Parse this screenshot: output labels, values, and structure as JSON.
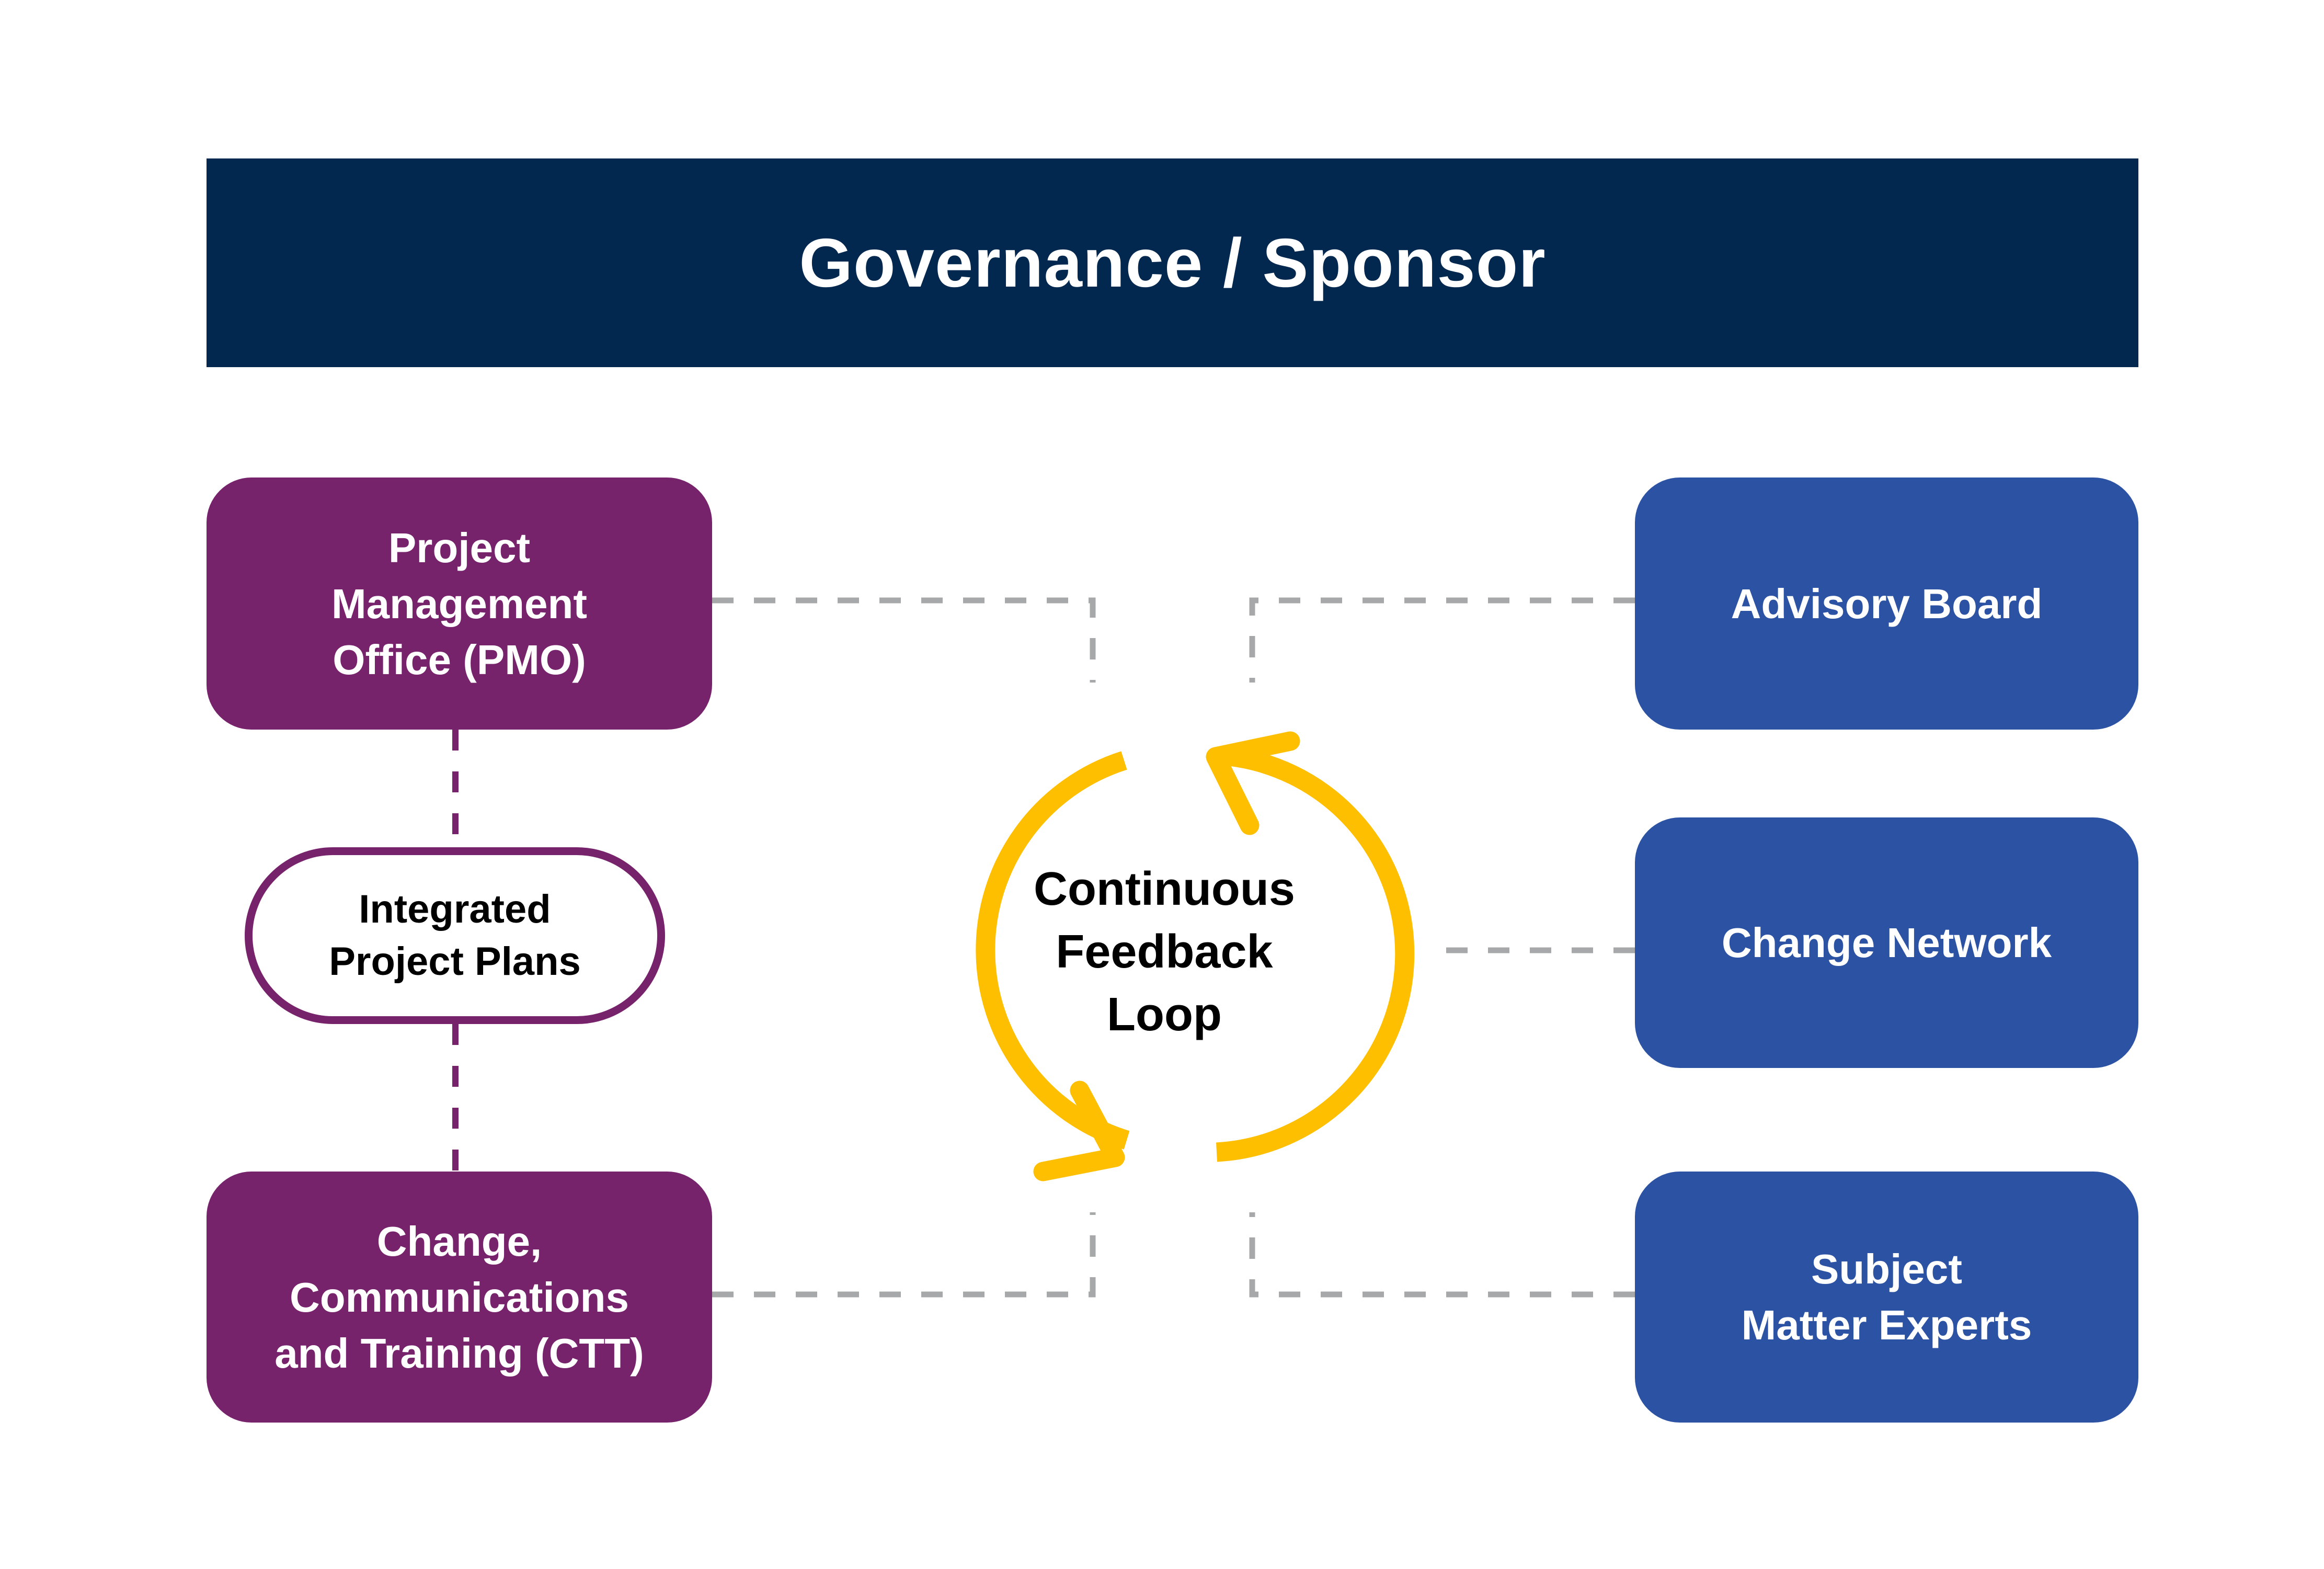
{
  "header": {
    "title": "Governance / Sponsor"
  },
  "left_column": {
    "top_box": {
      "label": "Project\nManagement\nOffice (PMO)"
    },
    "middle_pill": {
      "label": "Integrated\nProject Plans"
    },
    "bottom_box": {
      "label": "Change,\nCommunications\nand Training (CTT)"
    }
  },
  "center": {
    "label": "Continuous\nFeedback\nLoop",
    "icon": "cycle-arrows-icon"
  },
  "right_column": {
    "boxes": [
      {
        "label": "Advisory Board"
      },
      {
        "label": "Change Network"
      },
      {
        "label": "Subject\nMatter Experts"
      }
    ]
  },
  "colors": {
    "header_bg": "#03284F",
    "left_boxes": "#76236C",
    "right_boxes": "#2C52A3",
    "loop": "#FDBF00",
    "connector": "#A7A8AA"
  }
}
